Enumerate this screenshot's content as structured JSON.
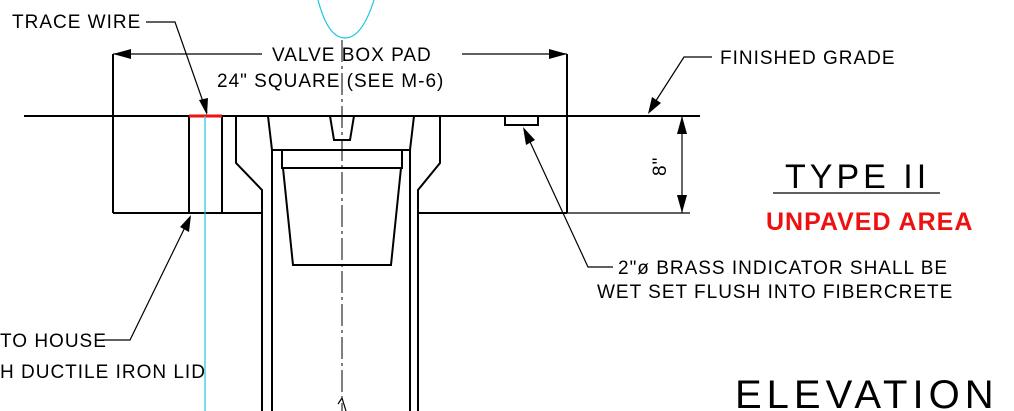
{
  "labels": {
    "trace_wire": "TRACE WIRE",
    "valve_box_pad_line1": "VALVE BOX PAD",
    "valve_box_pad_line2": "24\" SQUARE (SEE M-6)",
    "finished_grade": "FINISHED GRADE",
    "dimension": "8\"",
    "type": "TYPE II",
    "area": "UNPAVED AREA",
    "indicator_line1": "2\"ø BRASS INDICATOR SHALL BE",
    "indicator_line2": "WET SET FLUSH INTO FIBERCRETE",
    "house_line1": "TO HOUSE",
    "house_line2": "H DUCTILE IRON LID",
    "elevation": "ELEVATION"
  },
  "colors": {
    "line": "#000000",
    "accent_red": "#ee1111",
    "trace_wire_cyan": "#19c7e0"
  }
}
